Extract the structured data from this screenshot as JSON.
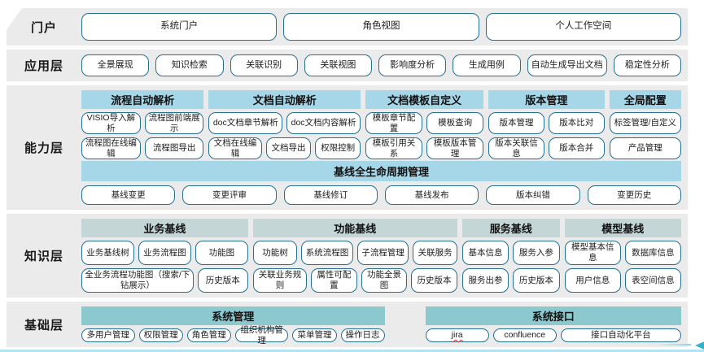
{
  "layers": {
    "portal": {
      "label": "门户",
      "boxes": [
        "系统门户",
        "角色视图",
        "个人工作空间"
      ]
    },
    "application": {
      "label": "应用层",
      "boxes": [
        "全景展现",
        "知识检索",
        "关联识别",
        "关联视图",
        "影响度分析",
        "生成用例",
        "自动生成导出文档",
        "稳定性分析"
      ]
    },
    "capability": {
      "label": "能力层",
      "groups": [
        {
          "header": "流程自动解析",
          "rows": [
            [
              "VISIO导入解析",
              "流程图前端展示"
            ],
            [
              "流程图在线编辑",
              "流程图导出"
            ]
          ]
        },
        {
          "header": "文档自动解析",
          "rows": [
            [
              "doc文档章节解析",
              "doc文档内容解析"
            ],
            [
              "文档在线编辑",
              "文档导出",
              "权限控制"
            ]
          ]
        },
        {
          "header": "文档模板自定义",
          "rows": [
            [
              "模板章节配置",
              "模板查询"
            ],
            [
              "模板引用关系",
              "模板版本管理"
            ]
          ]
        },
        {
          "header": "版本管理",
          "rows": [
            [
              "版本管理",
              "版本比对"
            ],
            [
              "版本关联信息",
              "版本合并"
            ]
          ]
        },
        {
          "header": "全局配置",
          "rows": [
            [
              "标签管理/自定义"
            ],
            [
              "产品管理"
            ]
          ]
        }
      ],
      "baseline": {
        "header": "基线全生命周期管理",
        "items": [
          "基线变更",
          "变更评审",
          "基线修订",
          "基线发布",
          "版本纠错",
          "变更历史"
        ]
      }
    },
    "knowledge": {
      "label": "知识层",
      "groups": [
        {
          "header": "业务基线",
          "rows": [
            [
              "业务基线树",
              "业务流程图",
              "功能图"
            ],
            [
              "全业务流程功能图（搜索/下钻展示）",
              "历史版本"
            ]
          ]
        },
        {
          "header": "功能基线",
          "rows": [
            [
              "功能树",
              "系统流程图",
              "子流程管理",
              "关联服务"
            ],
            [
              "关联业务规则",
              "属性可配置",
              "功能全景图",
              "历史版本"
            ]
          ]
        },
        {
          "header": "服务基线",
          "rows": [
            [
              "基本信息",
              "服务入参"
            ],
            [
              "服务出参",
              "历史版本"
            ]
          ]
        },
        {
          "header": "模型基线",
          "rows": [
            [
              "模型基本信息",
              "数据库信息"
            ],
            [
              "用户信息",
              "表空间信息"
            ]
          ]
        }
      ]
    },
    "foundation": {
      "label": "基础层",
      "groups": [
        {
          "header": "系统管理",
          "rows": [
            [
              "多用户管理",
              "权限管理",
              "角色管理",
              "组织机构管理",
              "菜单管理",
              "操作日志"
            ]
          ]
        },
        {
          "header": "系统接口",
          "rows": [
            [
              "jira",
              "confluence",
              "接口自动化平台"
            ]
          ]
        }
      ]
    }
  },
  "colors": {
    "layer_band_bg": "#ebebeb",
    "capability_header_bg": "#a6d7e8",
    "knowledge_header_bg": "#c4d6d6",
    "foundation_header_bg": "#8cc9ce",
    "box_border": "#25708e",
    "bottom_line": "#b2e3f2",
    "arrow": "#2fb3c7"
  }
}
